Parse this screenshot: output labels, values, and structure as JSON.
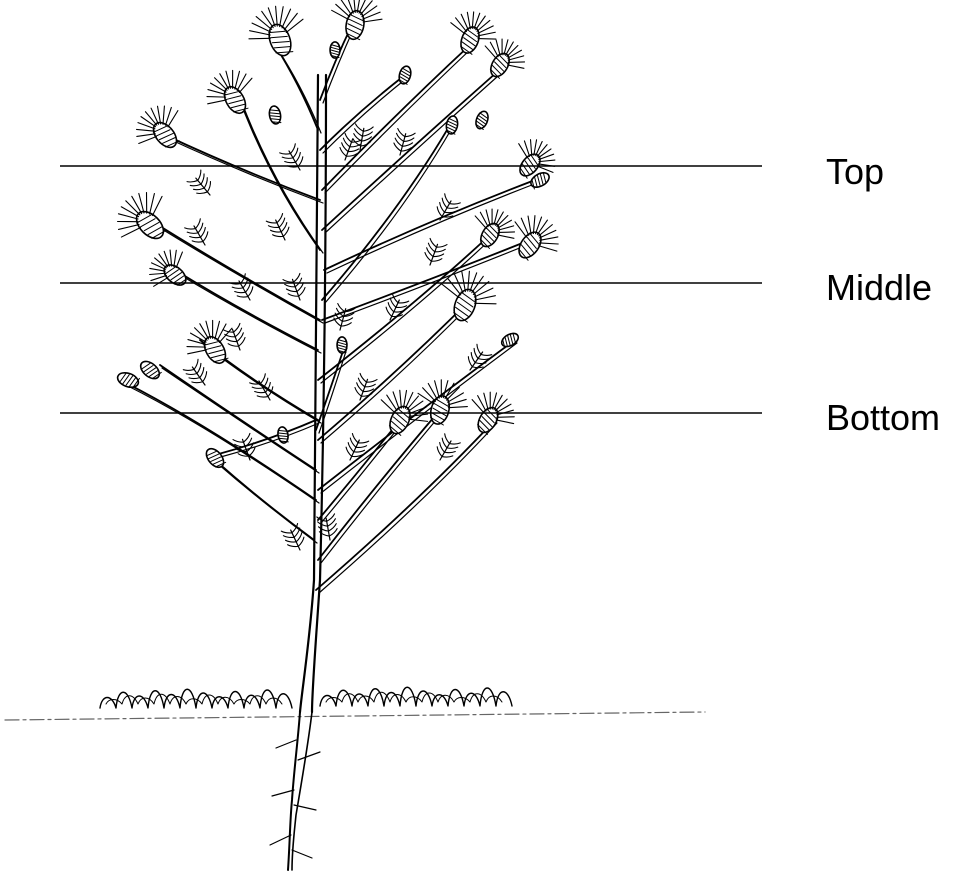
{
  "zones": {
    "top": "Top",
    "middle": "Middle",
    "bottom": "Bottom"
  },
  "colors": {
    "ink": "#000000",
    "background": "#ffffff",
    "ground": "#666666"
  }
}
